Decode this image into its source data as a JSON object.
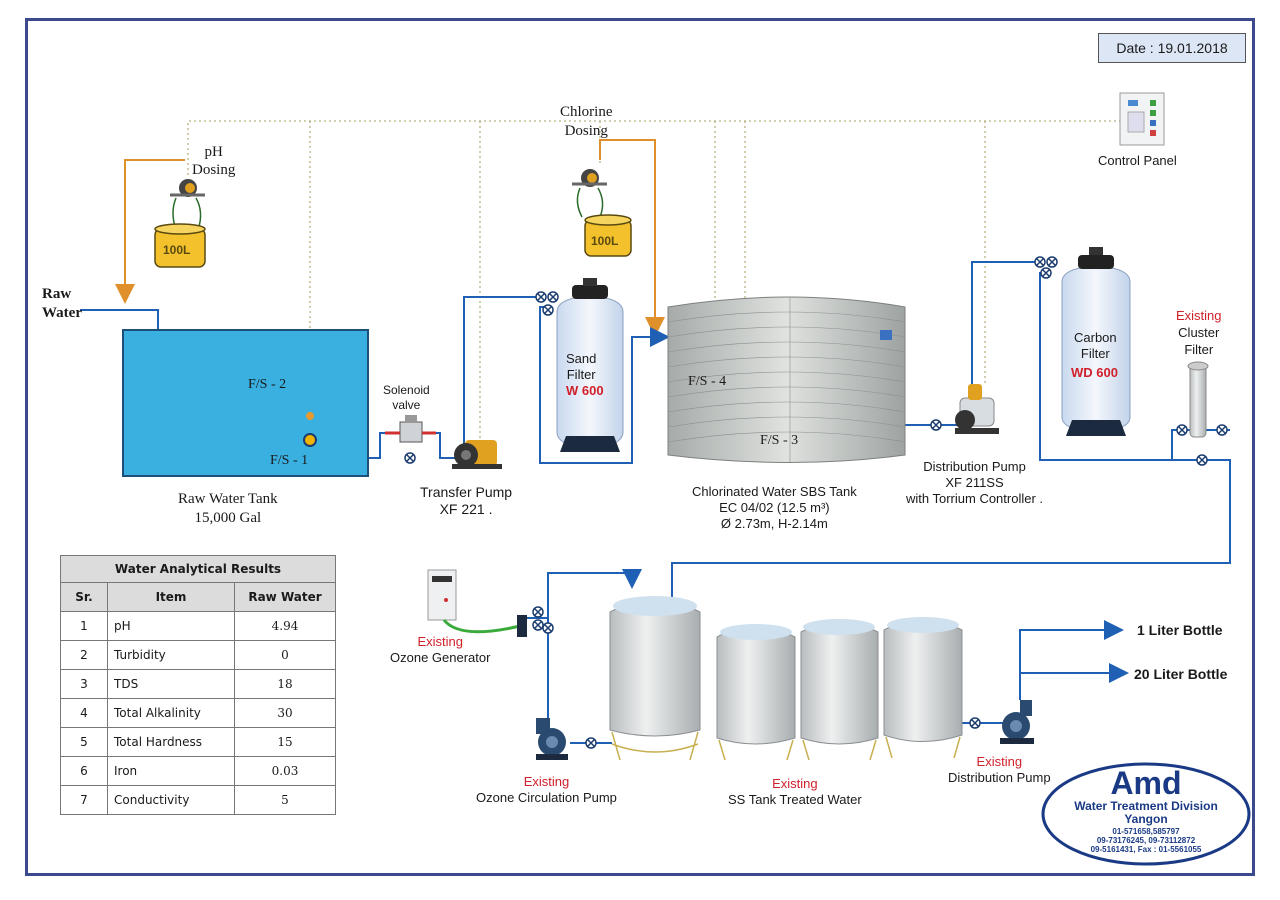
{
  "date": "Date : 19.01.2018",
  "labels": {
    "raw_water": [
      "Raw",
      "Water"
    ],
    "ph_dosing": [
      "pH",
      "Dosing"
    ],
    "chlorine_dosing": [
      "Chlorine",
      "Dosing"
    ],
    "tank_100l_a": "100L",
    "tank_100l_b": "100L",
    "control_panel": "Control Panel",
    "fs1": "F/S - 1",
    "fs2": "F/S - 2",
    "fs3": "F/S - 3",
    "fs4": "F/S - 4",
    "solenoid": [
      "Solenoid",
      "valve"
    ],
    "raw_water_tank": [
      "Raw Water Tank",
      "15,000 Gal"
    ],
    "transfer_pump": [
      "Transfer Pump",
      "XF 221 ."
    ],
    "sand_filter": [
      "Sand",
      "Filter"
    ],
    "sand_filter_model": "W 600",
    "sbs_tank": [
      "Chlorinated Water SBS Tank",
      "EC 04/02 (12.5 m³)",
      "Ø 2.73m, H-2.14m"
    ],
    "dist_pump_1": [
      "Distribution Pump",
      "XF 211SS",
      "with Torrium Controller ."
    ],
    "carbon_filter": [
      "Carbon",
      "Filter"
    ],
    "carbon_filter_model": "WD 600",
    "cluster_filter": [
      "Existing",
      "Cluster",
      "Filter"
    ],
    "ozone_generator": [
      "Existing",
      "Ozone Generator"
    ],
    "ozone_pump": [
      "Existing",
      "Ozone Circulation Pump"
    ],
    "ss_tank": [
      "Existing",
      "SS Tank Treated Water"
    ],
    "dist_pump_2": [
      "Existing",
      "Distribution Pump"
    ],
    "bottle_1": "1 Liter Bottle",
    "bottle_20": "20 Liter Bottle"
  },
  "results_table": {
    "title": "Water Analytical Results",
    "headers": [
      "Sr.",
      "Item",
      "Raw Water"
    ],
    "rows": [
      [
        "1",
        "pH",
        "4.94"
      ],
      [
        "2",
        "Turbidity",
        "0"
      ],
      [
        "3",
        "TDS",
        "18"
      ],
      [
        "4",
        "Total Alkalinity",
        "30"
      ],
      [
        "5",
        "Total Hardness",
        "15"
      ],
      [
        "6",
        "Iron",
        "0.03"
      ],
      [
        "7",
        "Conductivity",
        "5"
      ]
    ]
  },
  "logo": {
    "brand": "Amd",
    "line1": "Water Treatment Division",
    "line2": "Yangon",
    "phone1": "01-571658,585797",
    "phone2": "09-73176245, 09-73112872",
    "phone3": "09-5161431, Fax : 01-5561055"
  },
  "colors": {
    "pipe": "#1f5fb4",
    "dosing_line": "#e0902a",
    "signal_line": "#b8b080",
    "tank_water": "#3ab0e0",
    "accent_red": "#d0202a",
    "frame": "#3b4a8a"
  }
}
